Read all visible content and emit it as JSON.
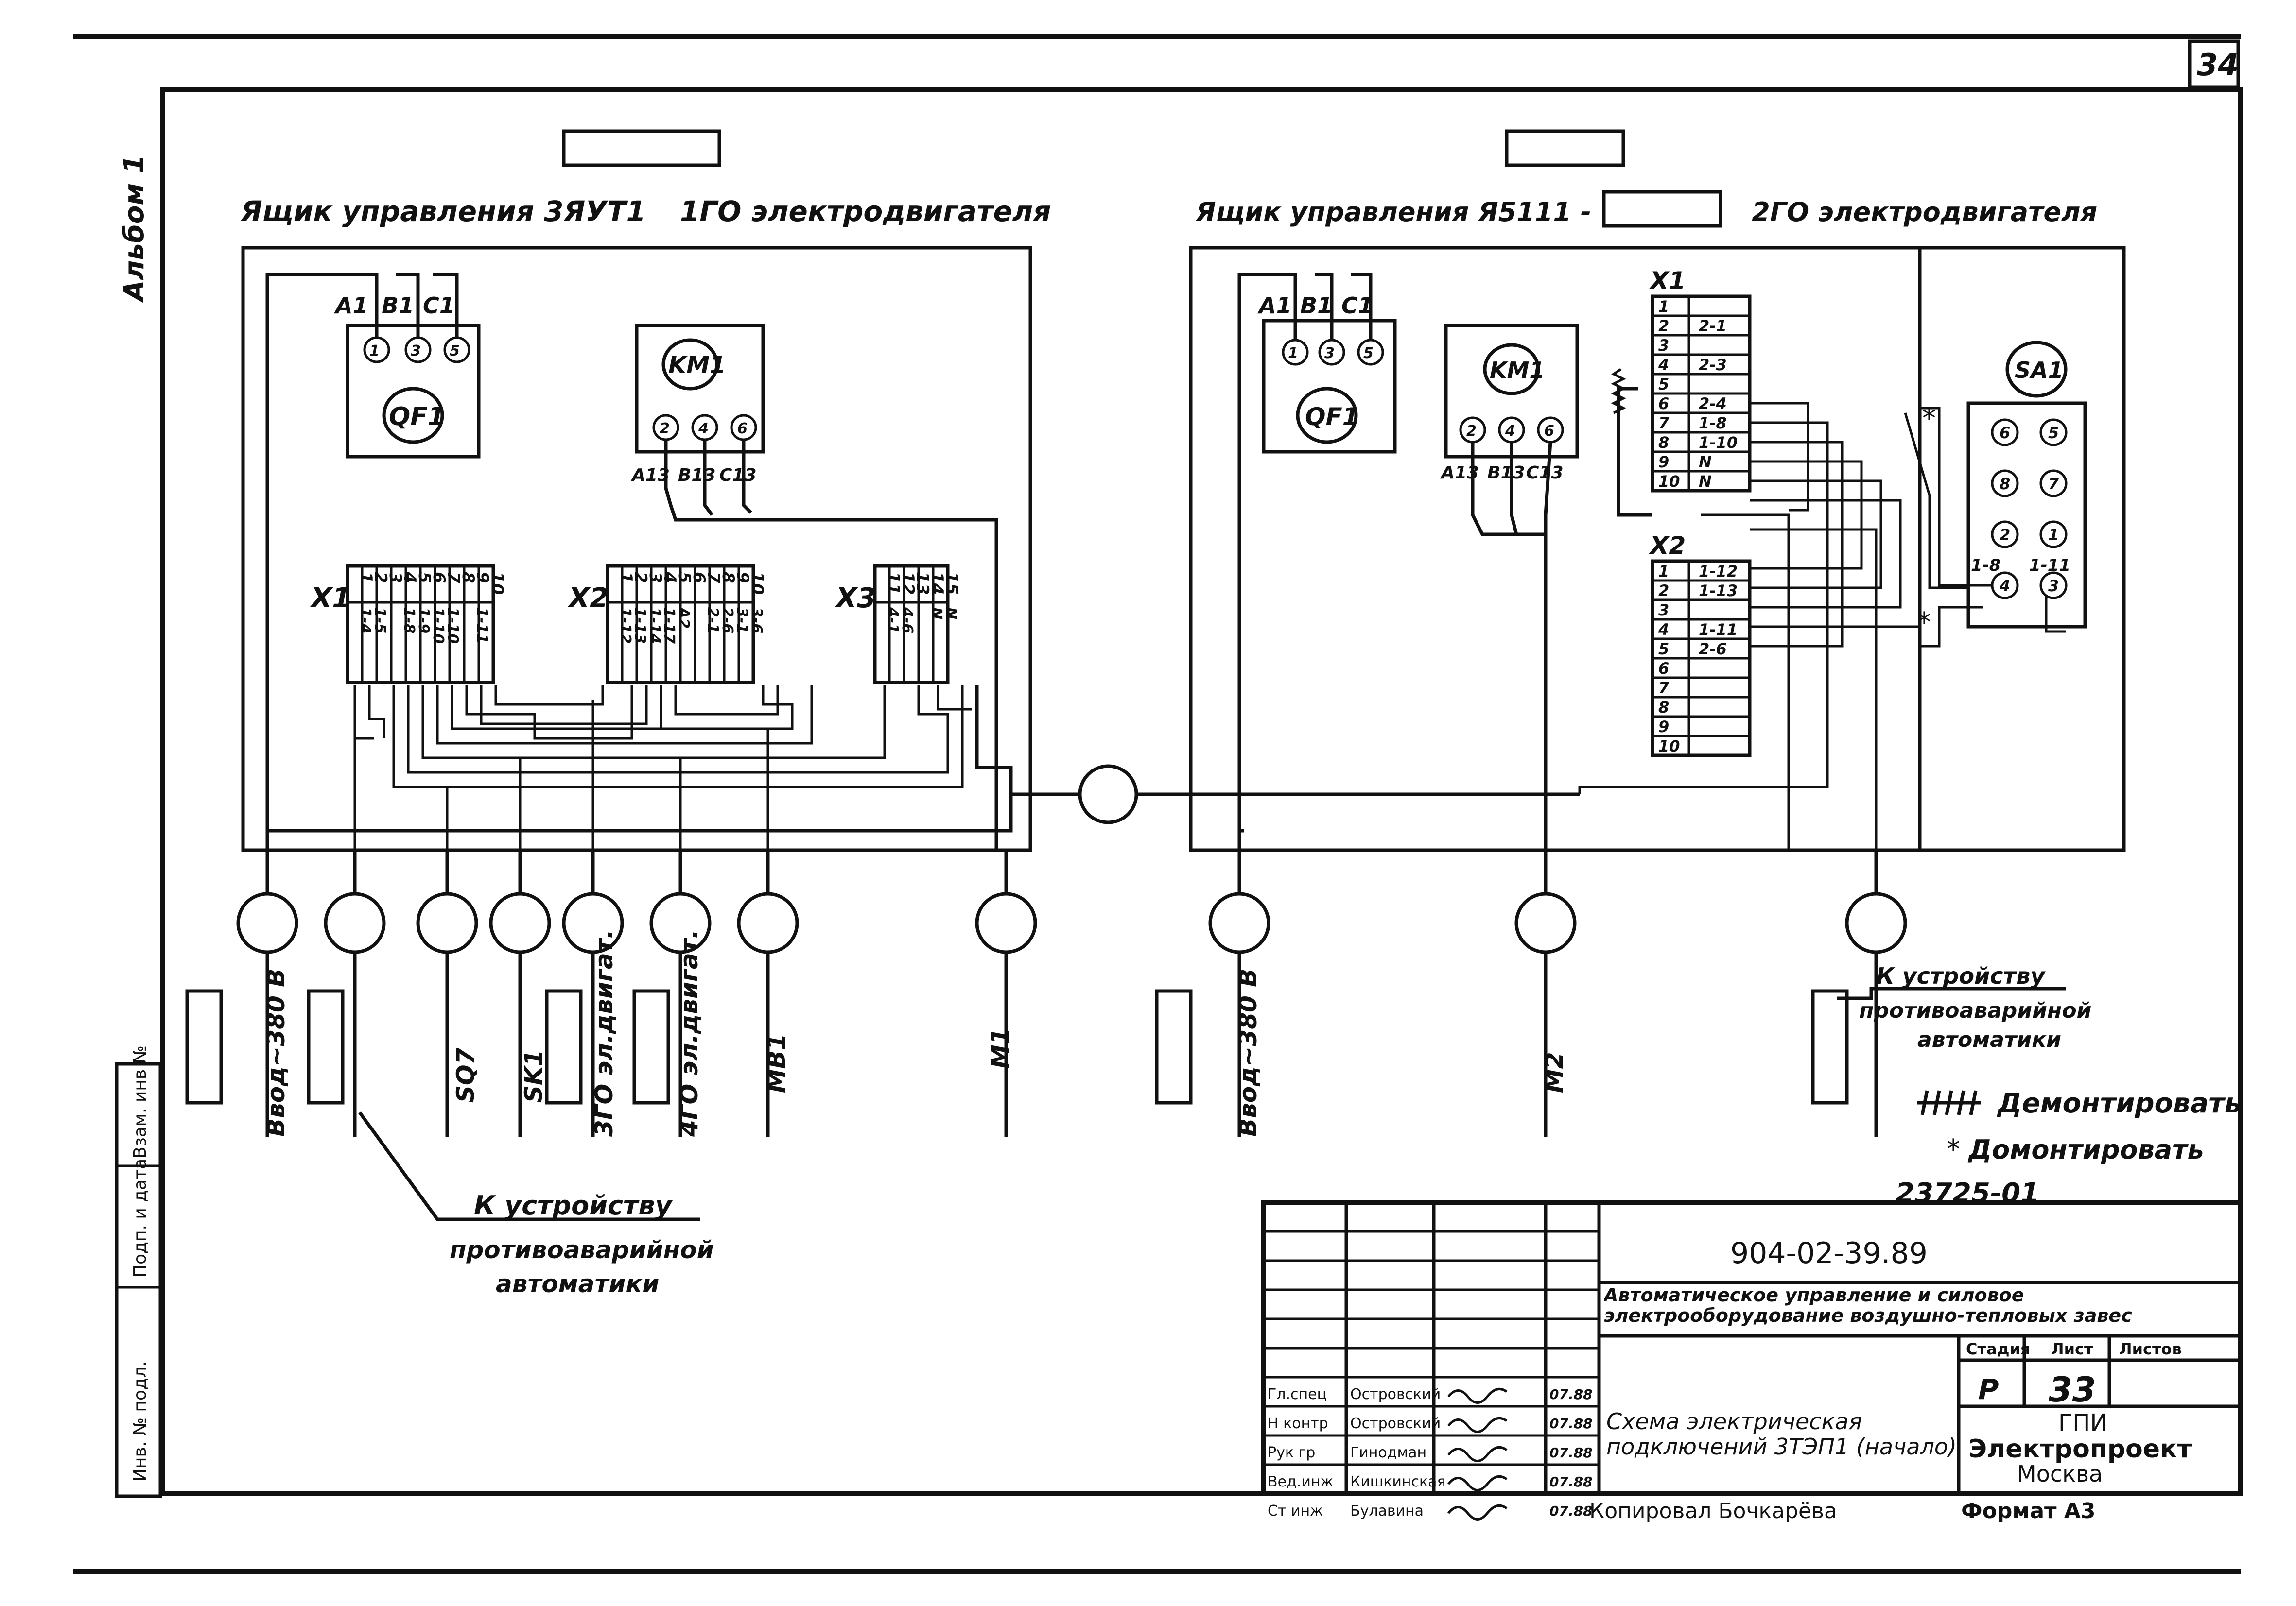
{
  "sheet": {
    "page_number": "34",
    "album": "Альбом 1",
    "side_strip": [
      "Взам. инв №",
      "Подп. и дата",
      "Инв. № подл."
    ]
  },
  "box1": {
    "title_prefix": "Ящик управления 3ЯУТ1",
    "title_suffix": "1ГО электродвигателя",
    "breaker": {
      "label": "QF1",
      "phases": [
        "A1",
        "B1",
        "C1"
      ],
      "pins": [
        "1",
        "3",
        "5"
      ]
    },
    "contactor": {
      "label": "KM1",
      "pins": [
        "2",
        "4",
        "6"
      ],
      "phases_out": [
        "A13",
        "B13",
        "C13"
      ]
    },
    "strip_x1": {
      "label": "X1",
      "top": [
        "1",
        "2",
        "3",
        "4",
        "5",
        "6",
        "7",
        "8",
        "9",
        "10"
      ],
      "bottom": [
        "1-4",
        "1-5",
        "",
        "1-8",
        "1-9",
        "1-10",
        "1-10",
        "",
        "1-11",
        ""
      ]
    },
    "strip_x2": {
      "label": "X2",
      "top": [
        "1",
        "2",
        "3",
        "4",
        "5",
        "6",
        "7",
        "8",
        "9",
        "10"
      ],
      "bottom": [
        "1-12",
        "1-13",
        "1-14",
        "1-17",
        "A2",
        "",
        "2-1",
        "2-6",
        "3-1",
        "3-6"
      ]
    },
    "strip_x3": {
      "label": "X3",
      "top": [
        "11",
        "12",
        "13",
        "14",
        "15"
      ],
      "bottom": [
        "4-1",
        "4-6",
        "",
        "N",
        "N"
      ]
    }
  },
  "box2": {
    "title_prefix": "Ящик управления Я5111 -",
    "title_suffix": "2ГО электродвигателя",
    "breaker": {
      "label": "QF1",
      "phases": [
        "A1",
        "B1",
        "C1"
      ],
      "pins": [
        "1",
        "3",
        "5"
      ]
    },
    "contactor": {
      "label": "KM1",
      "pins": [
        "2",
        "4",
        "6"
      ],
      "phases_out": [
        "A13",
        "B13",
        "C13"
      ]
    },
    "strip_x1": {
      "label": "X1",
      "rows": [
        [
          "1",
          ""
        ],
        [
          "2",
          "2-1"
        ],
        [
          "3",
          ""
        ],
        [
          "4",
          "2-3"
        ],
        [
          "5",
          ""
        ],
        [
          "6",
          "2-4"
        ],
        [
          "7",
          "1-8"
        ],
        [
          "8",
          "1-10"
        ],
        [
          "9",
          "N"
        ],
        [
          "10",
          "N"
        ]
      ]
    },
    "strip_x2": {
      "label": "X2",
      "rows": [
        [
          "1",
          "1-12"
        ],
        [
          "2",
          "1-13"
        ],
        [
          "3",
          ""
        ],
        [
          "4",
          "1-11"
        ],
        [
          "5",
          "2-6"
        ],
        [
          "6",
          ""
        ],
        [
          "7",
          ""
        ],
        [
          "8",
          ""
        ],
        [
          "9",
          ""
        ],
        [
          "10",
          ""
        ]
      ]
    },
    "switch": {
      "label": "SA1",
      "pins": [
        "6",
        "5",
        "8",
        "7",
        "2",
        "1",
        "4",
        "3"
      ],
      "pin_notes": [
        "1-8",
        "1-11"
      ]
    }
  },
  "cables": {
    "box1": [
      "Ввод~380 В",
      "",
      "SQ7",
      "SK1",
      "3ГО эл.двигат.",
      "4ГО эл.двигат.",
      "MB1",
      "M1"
    ],
    "box2": [
      "Ввод~380 В",
      "M2",
      ""
    ]
  },
  "notes": {
    "to_device_1": [
      "К устройству",
      "противоаварийной",
      "автоматики"
    ],
    "to_device_2": [
      "К устройству",
      "противоаварийной",
      "автоматики"
    ],
    "dismantle": "Демонтировать",
    "mount": "Домонтировать",
    "star": "*",
    "copy_number": "23725-01"
  },
  "title_block": {
    "doc_code": "904-02-39.89",
    "project_title": "Автоматическое управление и силовое электрооборудование воздушно-тепловых завес",
    "drawing_title": "Схема электрическая подключений 3ТЭП1 (начало)",
    "stage_header": "Стадия",
    "sheet_header": "Лист",
    "sheets_header": "Листов",
    "stage": "Р",
    "sheet": "33",
    "organization": [
      "ГПИ",
      "Электропроект",
      "Москва"
    ],
    "copied_by": "Копировал Бочкарёва",
    "format": "Формат А3",
    "signatures": [
      {
        "role": "Гл.спец",
        "name": "Островский",
        "date": "07.88"
      },
      {
        "role": "Н контр",
        "name": "Островский",
        "date": "07.88"
      },
      {
        "role": "Рук гр",
        "name": "Гинодман",
        "date": "07.88"
      },
      {
        "role": "Вед.инж",
        "name": "Кишкинская",
        "date": "07.88"
      },
      {
        "role": "Ст инж",
        "name": "Булавина",
        "date": "07.88"
      }
    ]
  }
}
